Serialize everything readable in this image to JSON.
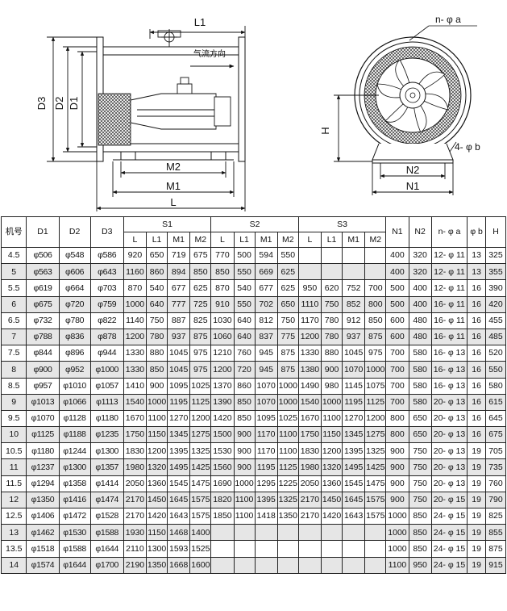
{
  "drawing": {
    "side_view": {
      "dims": {
        "L": "L",
        "L1": "L1",
        "M1": "M1",
        "M2": "M2",
        "D1": "D1",
        "D2": "D2",
        "D3": "D3"
      },
      "airflow_label": "气流方向"
    },
    "front_view": {
      "dims": {
        "H": "H",
        "N1": "N1",
        "N2": "N2",
        "holes_top": "n- φ a",
        "holes_base": "4- φ b"
      }
    }
  },
  "table": {
    "headers": {
      "model": "机号",
      "d1": "D1",
      "d2": "D2",
      "d3": "D3",
      "s1": "S1",
      "s2": "S2",
      "s3": "S3",
      "sub": [
        "L",
        "L1",
        "M1",
        "M2"
      ],
      "n1": "N1",
      "n2": "N2",
      "na": "n- φ a",
      "phib": "φ b",
      "h": "H"
    },
    "rows": [
      {
        "model": "4.5",
        "d1": "φ506",
        "d2": "φ548",
        "d3": "φ586",
        "s1": [
          "920",
          "650",
          "719",
          "675"
        ],
        "s2": [
          "770",
          "500",
          "594",
          "550"
        ],
        "s3": [
          "",
          "",
          "",
          ""
        ],
        "n1": "400",
        "n2": "320",
        "na": "12- φ 11",
        "phib": "13",
        "h": "325"
      },
      {
        "model": "5",
        "d1": "φ563",
        "d2": "φ606",
        "d3": "φ643",
        "s1": [
          "1160",
          "860",
          "894",
          "850"
        ],
        "s2": [
          "850",
          "550",
          "669",
          "625"
        ],
        "s3": [
          "",
          "",
          "",
          ""
        ],
        "n1": "400",
        "n2": "320",
        "na": "12- φ 11",
        "phib": "13",
        "h": "355"
      },
      {
        "model": "5.5",
        "d1": "φ619",
        "d2": "φ664",
        "d3": "φ703",
        "s1": [
          "870",
          "540",
          "677",
          "625"
        ],
        "s2": [
          "870",
          "540",
          "677",
          "625"
        ],
        "s3": [
          "950",
          "620",
          "752",
          "700"
        ],
        "n1": "500",
        "n2": "400",
        "na": "12- φ 11",
        "phib": "16",
        "h": "390"
      },
      {
        "model": "6",
        "d1": "φ675",
        "d2": "φ720",
        "d3": "φ759",
        "s1": [
          "1000",
          "640",
          "777",
          "725"
        ],
        "s2": [
          "910",
          "550",
          "702",
          "650"
        ],
        "s3": [
          "1110",
          "750",
          "852",
          "800"
        ],
        "n1": "500",
        "n2": "400",
        "na": "16- φ 11",
        "phib": "16",
        "h": "420"
      },
      {
        "model": "6.5",
        "d1": "φ732",
        "d2": "φ780",
        "d3": "φ822",
        "s1": [
          "1140",
          "750",
          "887",
          "825"
        ],
        "s2": [
          "1030",
          "640",
          "812",
          "750"
        ],
        "s3": [
          "1170",
          "780",
          "912",
          "850"
        ],
        "n1": "600",
        "n2": "480",
        "na": "16- φ 11",
        "phib": "16",
        "h": "455"
      },
      {
        "model": "7",
        "d1": "φ788",
        "d2": "φ836",
        "d3": "φ878",
        "s1": [
          "1200",
          "780",
          "937",
          "875"
        ],
        "s2": [
          "1060",
          "640",
          "837",
          "775"
        ],
        "s3": [
          "1200",
          "780",
          "937",
          "875"
        ],
        "n1": "600",
        "n2": "480",
        "na": "16- φ 11",
        "phib": "16",
        "h": "485"
      },
      {
        "model": "7.5",
        "d1": "φ844",
        "d2": "φ896",
        "d3": "φ944",
        "s1": [
          "1330",
          "880",
          "1045",
          "975"
        ],
        "s2": [
          "1210",
          "760",
          "945",
          "875"
        ],
        "s3": [
          "1330",
          "880",
          "1045",
          "975"
        ],
        "n1": "700",
        "n2": "580",
        "na": "16- φ 13",
        "phib": "16",
        "h": "520"
      },
      {
        "model": "8",
        "d1": "φ900",
        "d2": "φ952",
        "d3": "φ1000",
        "s1": [
          "1330",
          "850",
          "1045",
          "975"
        ],
        "s2": [
          "1200",
          "720",
          "945",
          "875"
        ],
        "s3": [
          "1380",
          "900",
          "1070",
          "1000"
        ],
        "n1": "700",
        "n2": "580",
        "na": "16- φ 13",
        "phib": "16",
        "h": "550"
      },
      {
        "model": "8.5",
        "d1": "φ957",
        "d2": "φ1010",
        "d3": "φ1057",
        "s1": [
          "1410",
          "900",
          "1095",
          "1025"
        ],
        "s2": [
          "1370",
          "860",
          "1070",
          "1000"
        ],
        "s3": [
          "1490",
          "980",
          "1145",
          "1075"
        ],
        "n1": "700",
        "n2": "580",
        "na": "16- φ 13",
        "phib": "16",
        "h": "580"
      },
      {
        "model": "9",
        "d1": "φ1013",
        "d2": "φ1066",
        "d3": "φ1113",
        "s1": [
          "1540",
          "1000",
          "1195",
          "1125"
        ],
        "s2": [
          "1390",
          "850",
          "1070",
          "1000"
        ],
        "s3": [
          "1540",
          "1000",
          "1195",
          "1125"
        ],
        "n1": "700",
        "n2": "580",
        "na": "20- φ 13",
        "phib": "16",
        "h": "615"
      },
      {
        "model": "9.5",
        "d1": "φ1070",
        "d2": "φ1128",
        "d3": "φ1180",
        "s1": [
          "1670",
          "1100",
          "1270",
          "1200"
        ],
        "s2": [
          "1420",
          "850",
          "1095",
          "1025"
        ],
        "s3": [
          "1670",
          "1100",
          "1270",
          "1200"
        ],
        "n1": "800",
        "n2": "650",
        "na": "20- φ 13",
        "phib": "16",
        "h": "645"
      },
      {
        "model": "10",
        "d1": "φ1125",
        "d2": "φ1188",
        "d3": "φ1235",
        "s1": [
          "1750",
          "1150",
          "1345",
          "1275"
        ],
        "s2": [
          "1500",
          "900",
          "1170",
          "1100"
        ],
        "s3": [
          "1750",
          "1150",
          "1345",
          "1275"
        ],
        "n1": "800",
        "n2": "650",
        "na": "20- φ 13",
        "phib": "16",
        "h": "675"
      },
      {
        "model": "10.5",
        "d1": "φ1180",
        "d2": "φ1244",
        "d3": "φ1300",
        "s1": [
          "1830",
          "1200",
          "1395",
          "1325"
        ],
        "s2": [
          "1530",
          "900",
          "1170",
          "1100"
        ],
        "s3": [
          "1830",
          "1200",
          "1395",
          "1325"
        ],
        "n1": "900",
        "n2": "750",
        "na": "20- φ 13",
        "phib": "19",
        "h": "705"
      },
      {
        "model": "11",
        "d1": "φ1237",
        "d2": "φ1300",
        "d3": "φ1357",
        "s1": [
          "1980",
          "1320",
          "1495",
          "1425"
        ],
        "s2": [
          "1560",
          "900",
          "1195",
          "1125"
        ],
        "s3": [
          "1980",
          "1320",
          "1495",
          "1425"
        ],
        "n1": "900",
        "n2": "750",
        "na": "20- φ 13",
        "phib": "19",
        "h": "735"
      },
      {
        "model": "11.5",
        "d1": "φ1294",
        "d2": "φ1358",
        "d3": "φ1414",
        "s1": [
          "2050",
          "1360",
          "1545",
          "1475"
        ],
        "s2": [
          "1690",
          "1000",
          "1295",
          "1225"
        ],
        "s3": [
          "2050",
          "1360",
          "1545",
          "1475"
        ],
        "n1": "900",
        "n2": "750",
        "na": "20- φ 13",
        "phib": "19",
        "h": "760"
      },
      {
        "model": "12",
        "d1": "φ1350",
        "d2": "φ1416",
        "d3": "φ1474",
        "s1": [
          "2170",
          "1450",
          "1645",
          "1575"
        ],
        "s2": [
          "1820",
          "1100",
          "1395",
          "1325"
        ],
        "s3": [
          "2170",
          "1450",
          "1645",
          "1575"
        ],
        "n1": "900",
        "n2": "750",
        "na": "20- φ 15",
        "phib": "19",
        "h": "790"
      },
      {
        "model": "12.5",
        "d1": "φ1406",
        "d2": "φ1472",
        "d3": "φ1528",
        "s1": [
          "2170",
          "1420",
          "1643",
          "1575"
        ],
        "s2": [
          "1850",
          "1100",
          "1418",
          "1350"
        ],
        "s3": [
          "2170",
          "1420",
          "1643",
          "1575"
        ],
        "n1": "1000",
        "n2": "850",
        "na": "24- φ 15",
        "phib": "19",
        "h": "825"
      },
      {
        "model": "13",
        "d1": "φ1462",
        "d2": "φ1530",
        "d3": "φ1588",
        "s1": [
          "1930",
          "1150",
          "1468",
          "1400"
        ],
        "s2": [
          "",
          "",
          "",
          ""
        ],
        "s3": [
          "",
          "",
          "",
          ""
        ],
        "n1": "1000",
        "n2": "850",
        "na": "24- φ 15",
        "phib": "19",
        "h": "855"
      },
      {
        "model": "13.5",
        "d1": "φ1518",
        "d2": "φ1588",
        "d3": "φ1644",
        "s1": [
          "2110",
          "1300",
          "1593",
          "1525"
        ],
        "s2": [
          "",
          "",
          "",
          ""
        ],
        "s3": [
          "",
          "",
          "",
          ""
        ],
        "n1": "1000",
        "n2": "850",
        "na": "24- φ 15",
        "phib": "19",
        "h": "875"
      },
      {
        "model": "14",
        "d1": "φ1574",
        "d2": "φ1644",
        "d3": "φ1700",
        "s1": [
          "2190",
          "1350",
          "1668",
          "1600"
        ],
        "s2": [
          "",
          "",
          "",
          ""
        ],
        "s3": [
          "",
          "",
          "",
          ""
        ],
        "n1": "1100",
        "n2": "950",
        "na": "24- φ 15",
        "phib": "19",
        "h": "915"
      }
    ]
  }
}
